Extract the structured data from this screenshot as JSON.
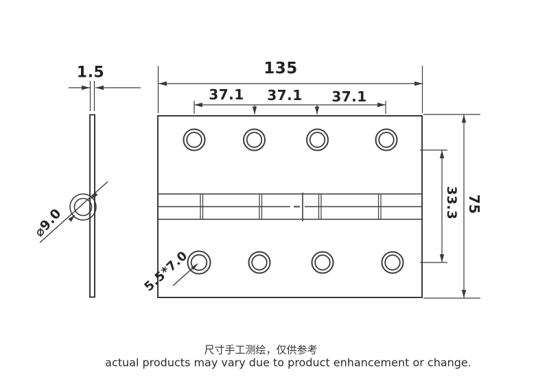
{
  "drawing": {
    "title": "hinge-technical-drawing",
    "side_view": {
      "thickness_label": "1.5",
      "diameter_label": "⌀9.0"
    },
    "front_view": {
      "width_label": "135",
      "hole_spacing_labels": [
        "37.1",
        "37.1",
        "37.1"
      ],
      "height_label": "75",
      "hole_row_spacing_label": "33.3",
      "hole_size_label": "5.5*7.0",
      "hole_count": 8
    },
    "footer": {
      "note_cn": "尺寸手工测绘，仅供参考",
      "note_en": "actual products may vary due to product enhancement or change."
    },
    "colors": {
      "line": "#3a3a3a",
      "text": "#222222",
      "background": "#ffffff"
    }
  }
}
